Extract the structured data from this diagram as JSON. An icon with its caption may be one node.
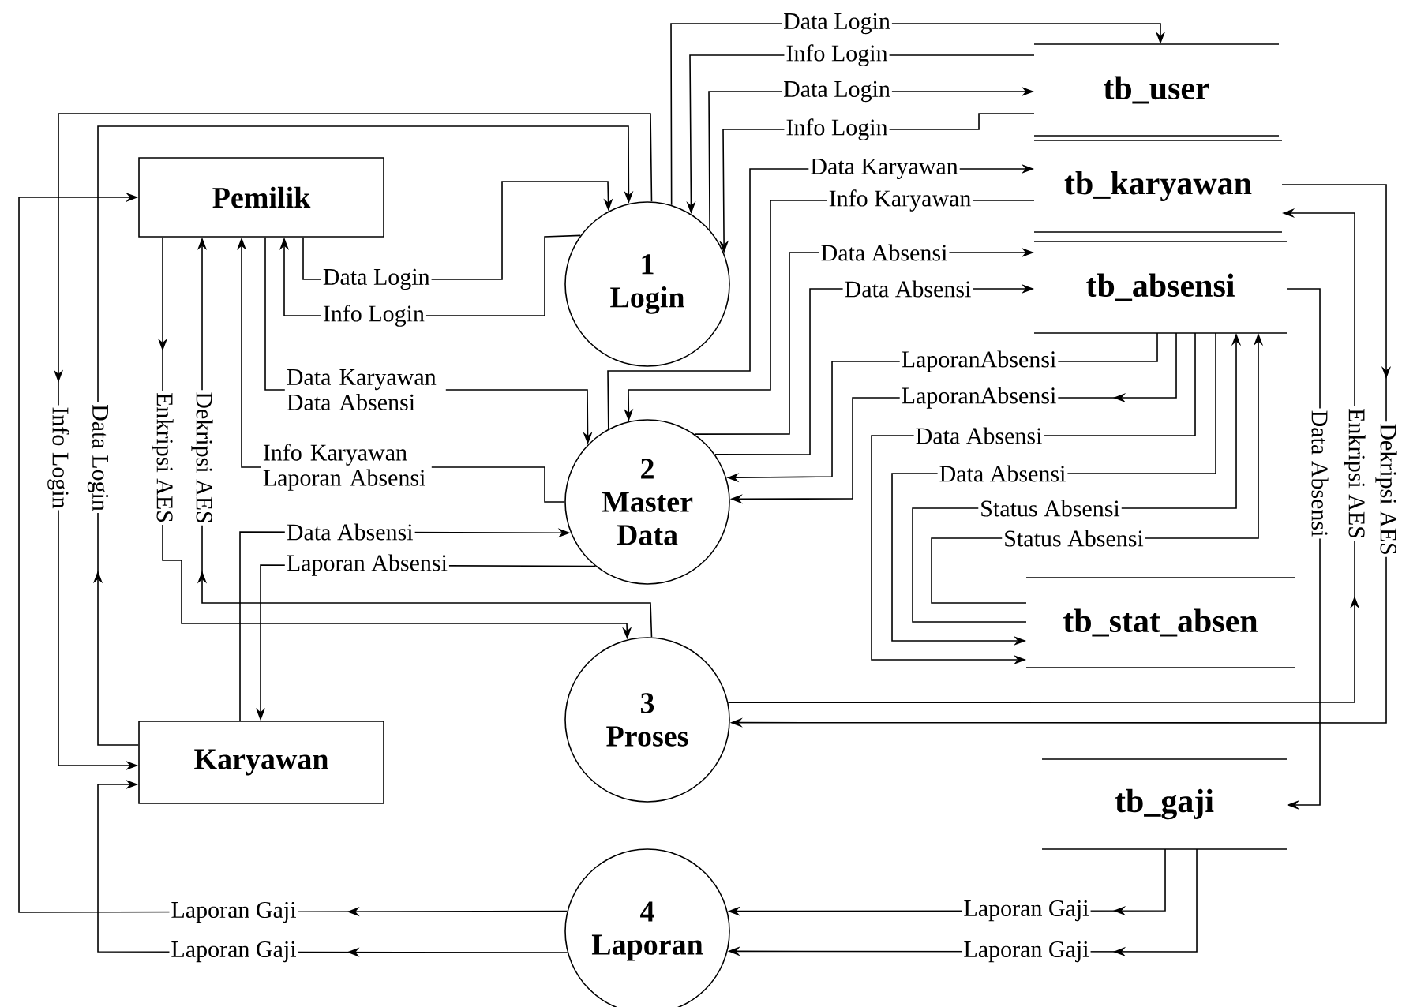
{
  "diagram": {
    "nodes": [
      {
        "text": [
          "Pemilik"
        ]
      },
      {
        "text": [
          "1",
          "Login"
        ]
      },
      {
        "text": [
          "2",
          "Master Data"
        ]
      },
      {
        "text": [
          "3",
          "Proses"
        ]
      },
      {
        "text": [
          "4",
          "Laporan"
        ]
      },
      {
        "text": [
          "Karyawan"
        ]
      },
      {
        "text": [
          "tb_user"
        ]
      },
      {
        "text": [
          "tb_karyawan"
        ]
      },
      {
        "text": [
          "tb_absensi"
        ]
      },
      {
        "text": [
          "tb_stat_absen"
        ]
      },
      {
        "text": [
          "tb_gaji"
        ]
      }
    ],
    "edges": [
      {
        "from": 0,
        "to": 1,
        "arrow": "to",
        "label": "Data Login"
      },
      {
        "from": 1,
        "to": 0,
        "arrow": "to",
        "label": "Info Login"
      },
      {
        "from": 0,
        "to": 2,
        "arrow": "to",
        "label": "Data Karyawan Data Absensi"
      },
      {
        "from": 2,
        "to": 0,
        "arrow": "to",
        "label": "Info Karyawan Laporan Absensi"
      },
      {
        "from": 0,
        "to": 3,
        "arrow": "to",
        "label": "Enkripsi AES"
      },
      {
        "from": 3,
        "to": 0,
        "arrow": "to",
        "label": "Dekripsi AES"
      },
      {
        "from": 1,
        "to": 5,
        "arrow": "to",
        "label": "Info Login"
      },
      {
        "from": 5,
        "to": 1,
        "arrow": "to",
        "label": "Data Login"
      },
      {
        "from": 5,
        "to": 2,
        "arrow": "to",
        "label": "Data Absensi"
      },
      {
        "from": 2,
        "to": 5,
        "arrow": "to",
        "label": "Laporan Absensi"
      },
      {
        "from": 4,
        "to": 0,
        "arrow": "to",
        "label": "Laporan Gaji"
      },
      {
        "from": 4,
        "to": 5,
        "arrow": "to",
        "label": "Laporan Gaji"
      },
      {
        "from": 10,
        "to": 4,
        "arrow": "to",
        "label": "Laporan Gaji"
      },
      {
        "from": 10,
        "to": 4,
        "arrow": "to",
        "label": "Laporan Gaji"
      },
      {
        "from": 1,
        "to": 6,
        "arrow": "to",
        "label": "Data Login"
      },
      {
        "from": 6,
        "to": 1,
        "arrow": "to",
        "label": "Info Login"
      },
      {
        "from": 1,
        "to": 6,
        "arrow": "to",
        "label": "Data Login"
      },
      {
        "from": 6,
        "to": 1,
        "arrow": "to",
        "label": "Info Login"
      },
      {
        "from": 2,
        "to": 7,
        "arrow": "to",
        "label": "Data Karyawan"
      },
      {
        "from": 7,
        "to": 2,
        "arrow": "to",
        "label": "Info Karyawan"
      },
      {
        "from": 2,
        "to": 8,
        "arrow": "to",
        "label": "Data Absensi"
      },
      {
        "from": 2,
        "to": 8,
        "arrow": "to",
        "label": "Data Absensi"
      },
      {
        "from": 8,
        "to": 2,
        "arrow": "to",
        "label": "LaporanAbsensi"
      },
      {
        "from": 8,
        "to": 2,
        "arrow": "to",
        "label": "LaporanAbsensi"
      },
      {
        "from": 8,
        "to": 9,
        "arrow": "to",
        "label": "Data Absensi"
      },
      {
        "from": 8,
        "to": 9,
        "arrow": "to",
        "label": "Data Absensi"
      },
      {
        "from": 9,
        "to": 8,
        "arrow": "to",
        "label": "Status Absensi"
      },
      {
        "from": 9,
        "to": 8,
        "arrow": "to",
        "label": "Status Absensi"
      },
      {
        "from": 8,
        "to": 10,
        "arrow": "to",
        "label": "Data Absensi"
      },
      {
        "from": 3,
        "to": 7,
        "arrow": "to",
        "label": "Enkripsi AES"
      },
      {
        "from": 7,
        "to": 3,
        "arrow": "to",
        "label": "Dekripsi AES"
      }
    ]
  }
}
